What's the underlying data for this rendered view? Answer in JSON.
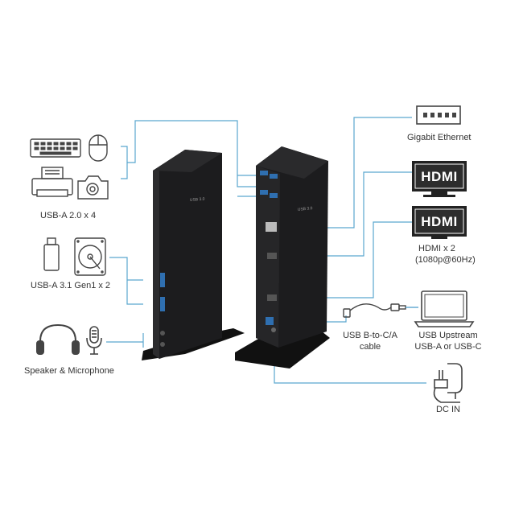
{
  "colors": {
    "connector_line": "#5aa6cf",
    "dock_body": "#1c1c1e",
    "icon_stroke": "#444444",
    "label_text": "#333333"
  },
  "labels": {
    "usb_a_20": "USB-A 2.0 x 4",
    "usb_a_31": "USB-A 3.1 Gen1 x 2",
    "speaker_mic": "Speaker & Microphone",
    "gigabit_ethernet": "Gigabit Ethernet",
    "hdmi_1_screen": "HDMI",
    "hdmi_2_screen": "HDMI",
    "hdmi_x2": "HDMI x 2",
    "hdmi_resolution": "(1080p@60Hz)",
    "usb_b_cable_line1": "USB B-to-C/A",
    "usb_b_cable_line2": "cable",
    "usb_upstream_line1": "USB Upstream",
    "usb_upstream_line2": "USB-A or USB-C",
    "dc_in": "DC IN"
  },
  "dock": {
    "front_print": "USB 3.0",
    "back_print": "USB 3.0"
  },
  "icons": {
    "usb_a_20_group": [
      "keyboard-icon",
      "mouse-icon",
      "printer-icon",
      "camera-icon"
    ],
    "usb_a_31_group": [
      "usb-flash-drive-icon",
      "hard-drive-icon"
    ],
    "audio_group": [
      "headphones-icon",
      "microphone-icon"
    ],
    "right_side": [
      "ethernet-port-icon",
      "hdmi-monitor-icon",
      "hdmi-monitor-icon",
      "laptop-icon",
      "power-adapter-icon"
    ]
  }
}
